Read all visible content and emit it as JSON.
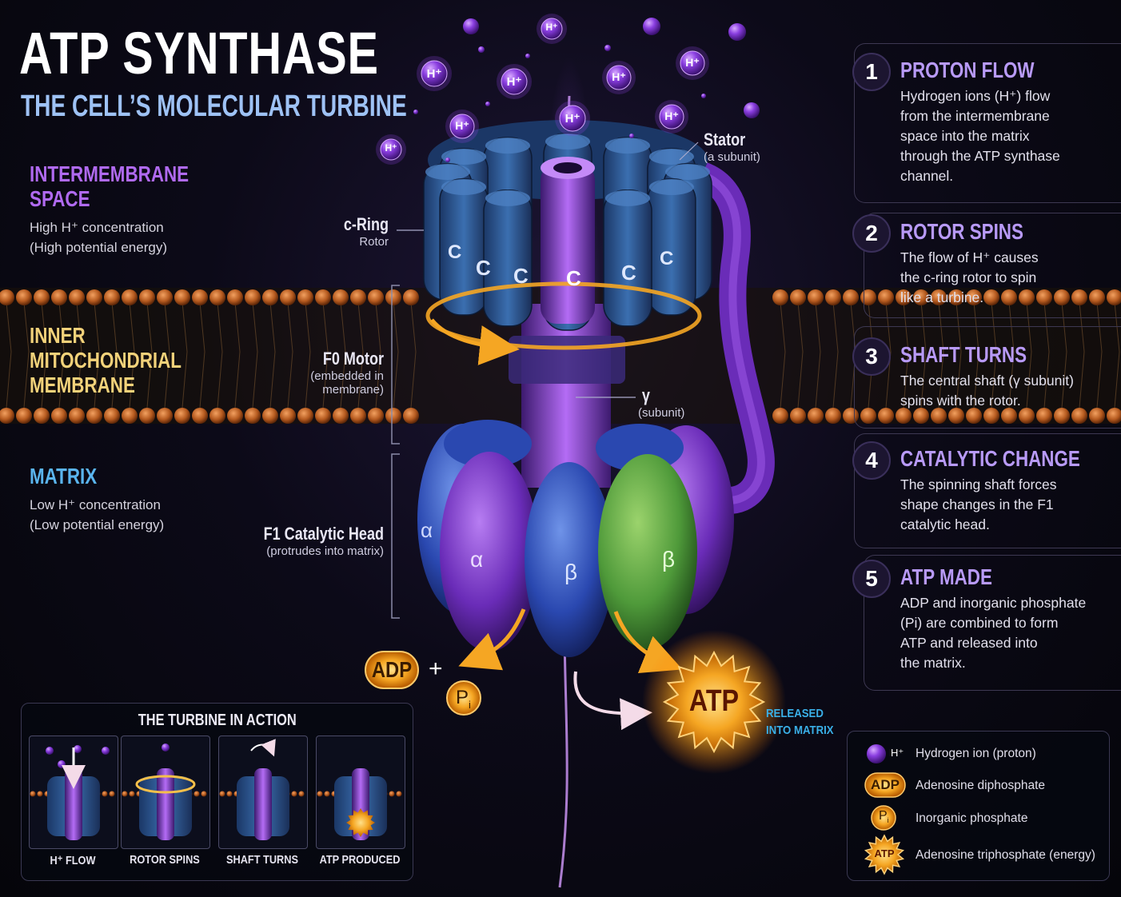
{
  "header": {
    "title": "ATP SYNTHASE",
    "subtitle": "THE CELL’S MOLECULAR TURBINE"
  },
  "regions": [
    {
      "title_lines": [
        "INTERMEMBRANE",
        "SPACE"
      ],
      "desc_lines": [
        "High H⁺ concentration",
        "(High potential energy)"
      ],
      "color": "#b06af0"
    },
    {
      "title_lines": [
        "INNER",
        "MITOCHONDRIAL",
        "MEMBRANE"
      ],
      "desc_lines": [],
      "color": "#f2d27a"
    },
    {
      "title_lines": [
        "MATRIX"
      ],
      "desc_lines": [
        "Low H⁺ concentration",
        "(Low potential energy)"
      ],
      "color": "#5ab4ee"
    }
  ],
  "labels": {
    "stator": {
      "title": "Stator",
      "sub": "(a subunit)"
    },
    "c_ring": {
      "title": "c-Ring",
      "sub": "Rotor"
    },
    "f0": {
      "title": "F0 Motor",
      "sub_lines": [
        "(embedded in",
        "membrane)"
      ]
    },
    "gamma": {
      "title": "γ",
      "sub": "(subunit)"
    },
    "f1": {
      "title": "F1 Catalytic Head",
      "sub": "(protrudes into matrix)"
    },
    "c_letter": "C",
    "alpha": "α",
    "beta": "β",
    "proton": "H⁺"
  },
  "reaction": {
    "adp": "ADP",
    "plus": "+",
    "pi_main": "P",
    "pi_sub": "i",
    "atp": "ATP",
    "released_lines": [
      "RELEASED",
      "INTO MATRIX"
    ]
  },
  "steps": [
    {
      "num": "1",
      "title": "PROTON FLOW",
      "lines": [
        "Hydrogen ions (H⁺) flow",
        "from the intermembrane",
        "space into the matrix",
        "through the ATP synthase",
        "channel."
      ]
    },
    {
      "num": "2",
      "title": "ROTOR SPINS",
      "lines": [
        "The flow of H⁺ causes",
        "the c-ring rotor to spin",
        "like a turbine."
      ]
    },
    {
      "num": "3",
      "title": "SHAFT TURNS",
      "lines": [
        "The central shaft (γ subunit)",
        "spins with the rotor."
      ]
    },
    {
      "num": "4",
      "title": "CATALYTIC CHANGE",
      "lines": [
        "The spinning shaft forces",
        "shape changes in the F1",
        "catalytic head."
      ]
    },
    {
      "num": "5",
      "title": "ATP MADE",
      "lines": [
        "ADP and inorganic phosphate",
        "(Pi) are combined to form",
        "ATP and released into",
        "the matrix."
      ]
    }
  ],
  "turbine_panel": {
    "title": "THE TURBINE IN ACTION",
    "frames": [
      "H⁺ FLOW",
      "ROTOR SPINS",
      "SHAFT TURNS",
      "ATP PRODUCED"
    ]
  },
  "legend": [
    {
      "icon": "proton",
      "symbol": "H⁺",
      "text": "Hydrogen ion (proton)"
    },
    {
      "icon": "adp",
      "symbol": "ADP",
      "text": "Adenosine diphosphate"
    },
    {
      "icon": "pi",
      "symbol": "P",
      "text": "Inorganic phosphate"
    },
    {
      "icon": "atp",
      "symbol": "ATP",
      "text": "Adenosine triphosphate (energy)"
    }
  ],
  "colors": {
    "purple": "#8a3ee0",
    "blue_subunit": "#2a52b8",
    "green_subunit": "#4f9a3a",
    "orange": "#f5a623",
    "membrane": "#c8682a"
  }
}
